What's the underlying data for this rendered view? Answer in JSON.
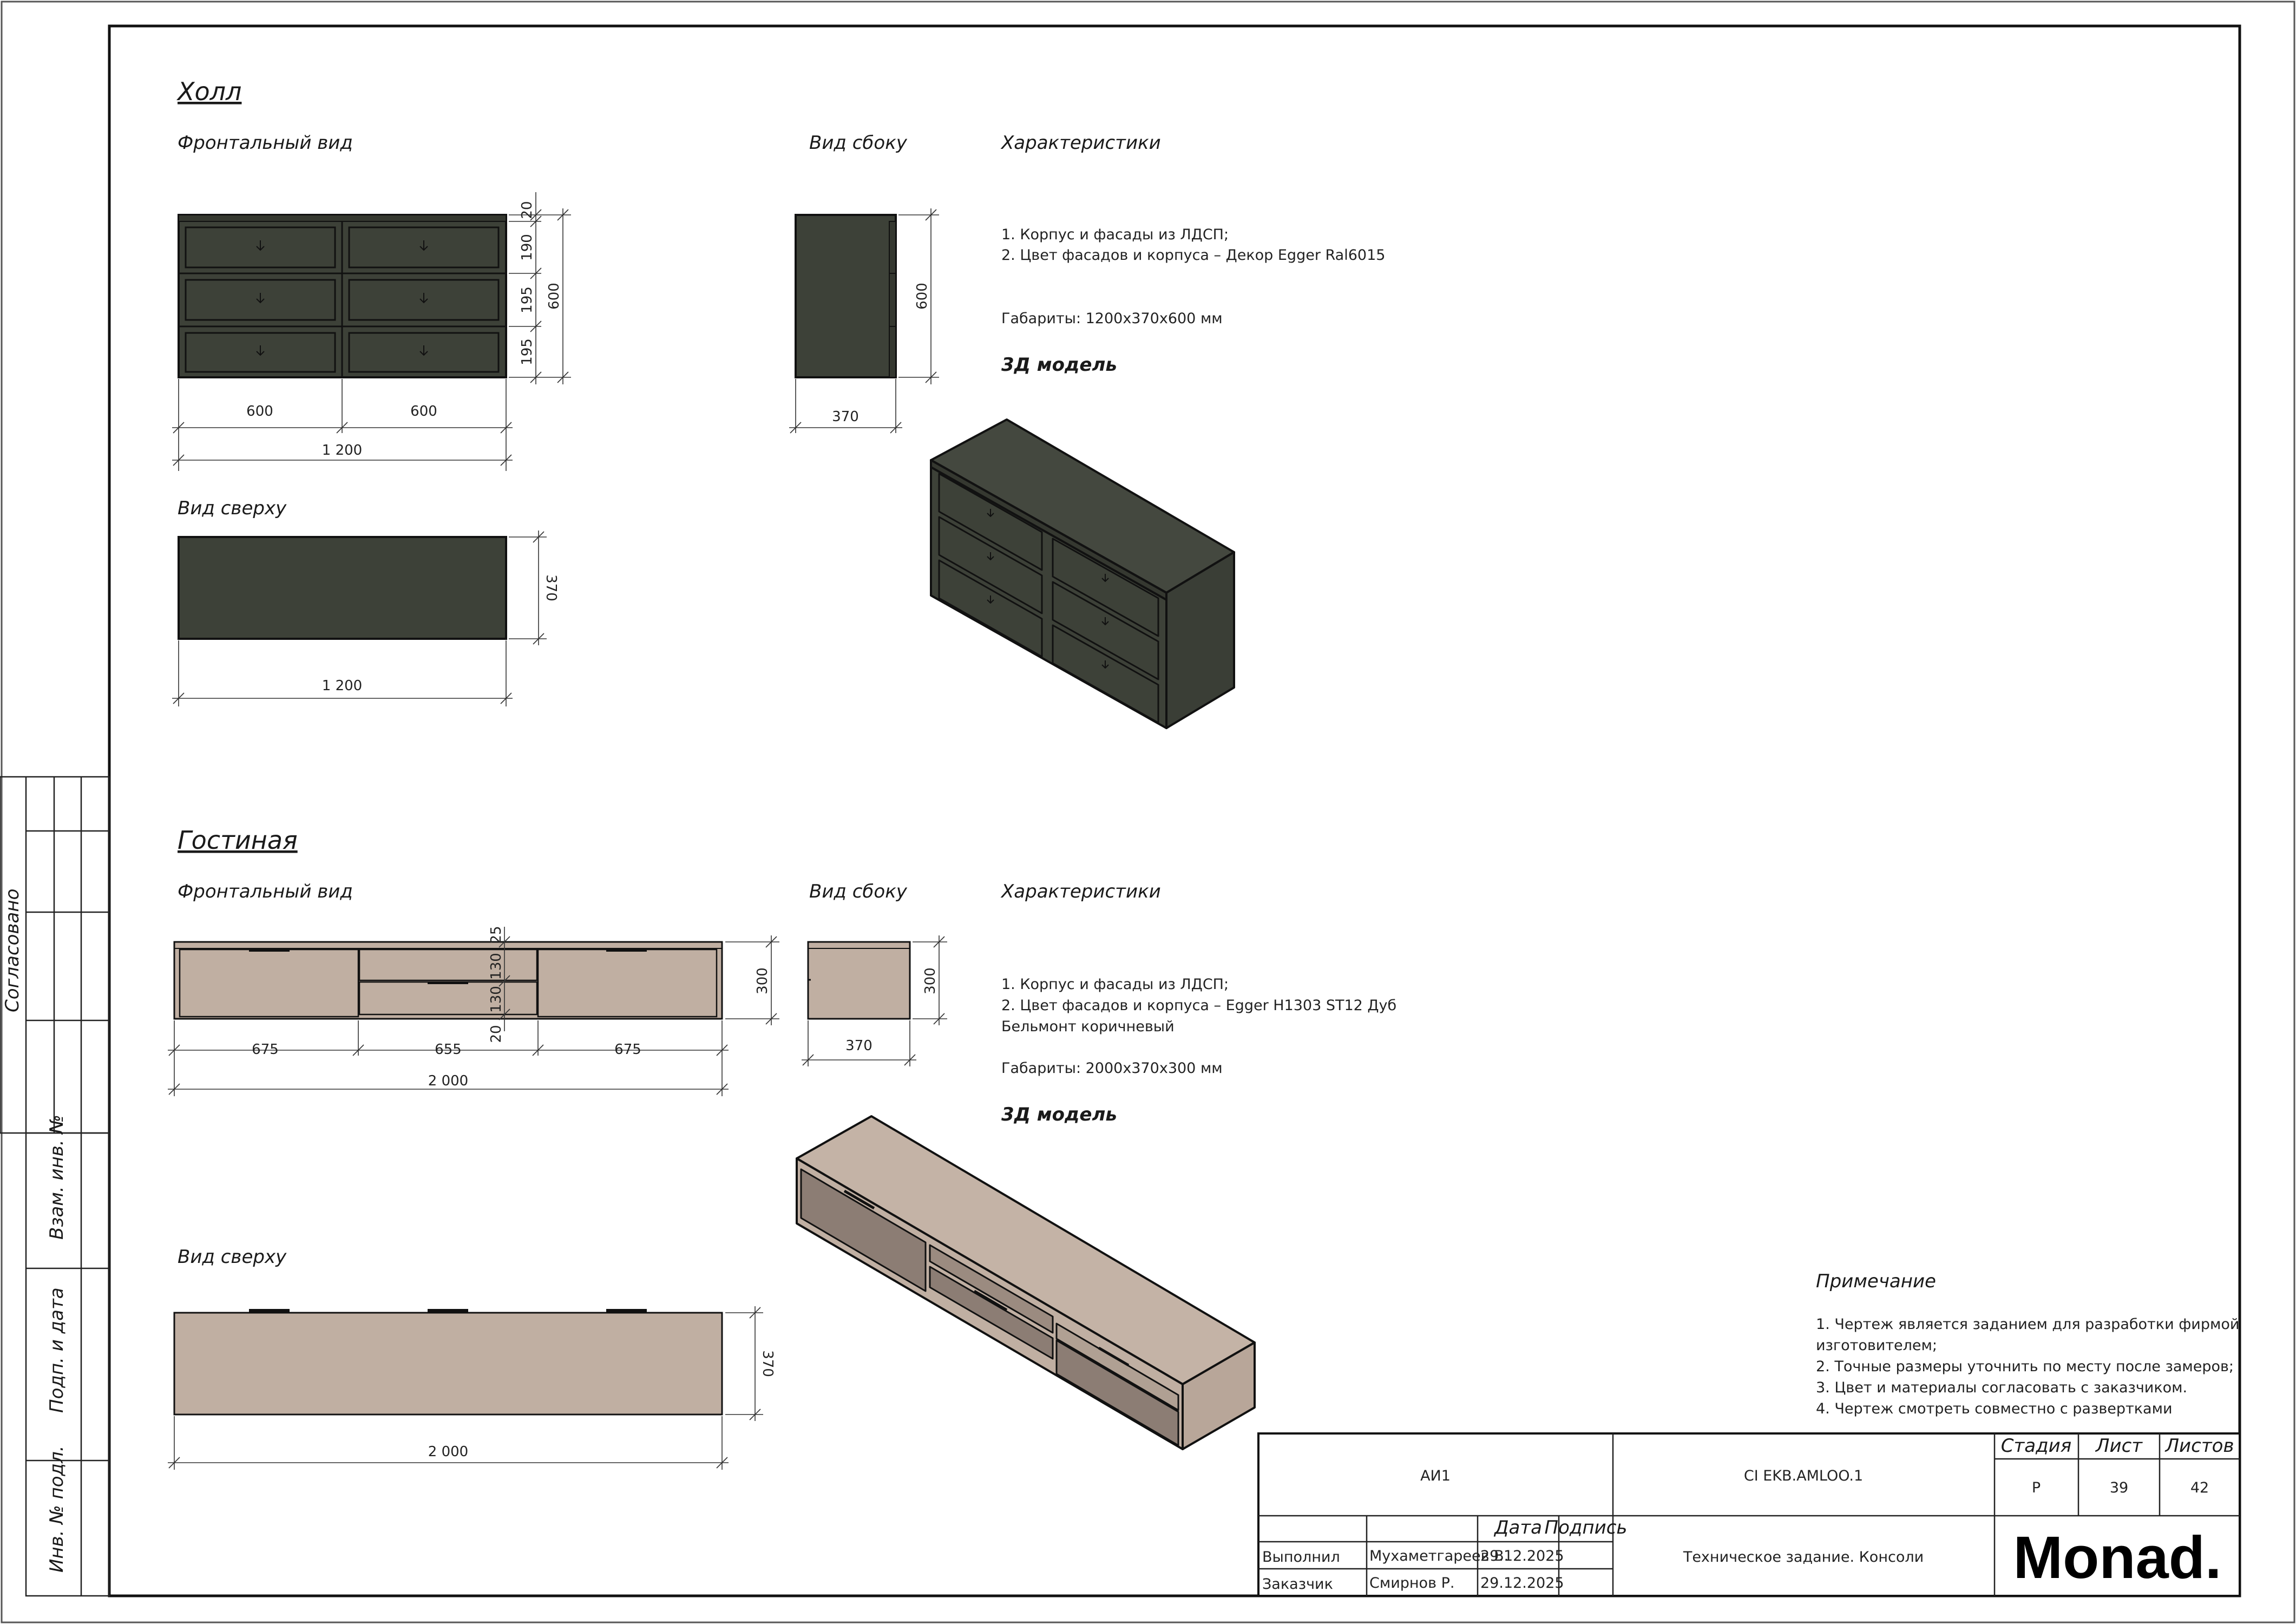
{
  "colors": {
    "hall_body": "#3d4138",
    "hall_face": "#353830",
    "hall_top": "#44483f",
    "living_body": "#c0afa2",
    "living_top": "#c4b3a6",
    "living_front": "#8c7d74",
    "line": "#222222"
  },
  "hall": {
    "title": "Холл",
    "front_label": "Фронтальный вид",
    "side_label": "Вид сбоку",
    "spec_label": "Характеристики",
    "top_label": "Вид сверху",
    "spec_line1": "1. Корпус и фасады из ЛДСП;",
    "spec_line2": "2. Цвет фасадов и корпуса – Декор Egger Ral6015",
    "size": "Габариты: 1200х370х600 мм",
    "model_label": "3Д модель",
    "dims": {
      "w_left": "600",
      "w_right": "600",
      "w_total": "1 200",
      "h_top": "20",
      "h_row1": "190",
      "h_row2": "195",
      "h_row3": "195",
      "h_total": "600",
      "side_depth": "370",
      "side_height": "600",
      "top_depth": "370",
      "top_width": "1 200"
    }
  },
  "living": {
    "title": "Гостиная",
    "front_label": "Фронтальный вид",
    "side_label": "Вид сбоку",
    "spec_label": "Характеристики",
    "top_label": "Вид сверху",
    "spec_line1": "1. Корпус и фасады из ЛДСП;",
    "spec_line2": "2. Цвет фасадов и корпуса – Egger H1303 ST12 Дуб",
    "spec_line3": "Бельмонт коричневый",
    "size": "Габариты: 2000х370х300 мм",
    "model_label": "3Д модель",
    "dims": {
      "w_left": "675",
      "w_mid": "655",
      "w_right": "675",
      "w_total": "2 000",
      "h_top": "25",
      "h_d1": "130",
      "h_d2": "130",
      "h_bot": "20",
      "h_total": "300",
      "side_depth": "370",
      "side_height": "300",
      "top_depth": "370",
      "top_width": "2 000"
    }
  },
  "note": {
    "title": "Примечание",
    "lines": [
      "1. Чертеж является заданием для разработки фирмой",
      "изготовителем;",
      "2. Точные размеры уточнить по месту после замеров;",
      "3. Цвет и материалы согласовать с заказчиком.",
      "4. Чертеж смотреть совместно с развертками"
    ]
  },
  "side_stamp": {
    "agreed": "Согласовано",
    "vzam": "Взам. инв. №",
    "podp": "Подп. и дата",
    "inv": "Инв. № подл."
  },
  "title_block": {
    "project": "АИ1",
    "code": "CI EKB.AMLOO.1",
    "stage_h": "Стадия",
    "sheet_h": "Лист",
    "sheets_h": "Листов",
    "stage": "Р",
    "sheet": "39",
    "sheets": "42",
    "date_h": "Дата",
    "sign_h": "Подпись",
    "row1_role": "Выполнил",
    "row1_name": "Мухаметгареев В.",
    "row1_date": "29.12.2025",
    "row2_role": "Заказчик",
    "row2_name": "Смирнов Р.",
    "row2_date": "29.12.2025",
    "description": "Техническое задание. Консоли",
    "brand": "Monad."
  }
}
